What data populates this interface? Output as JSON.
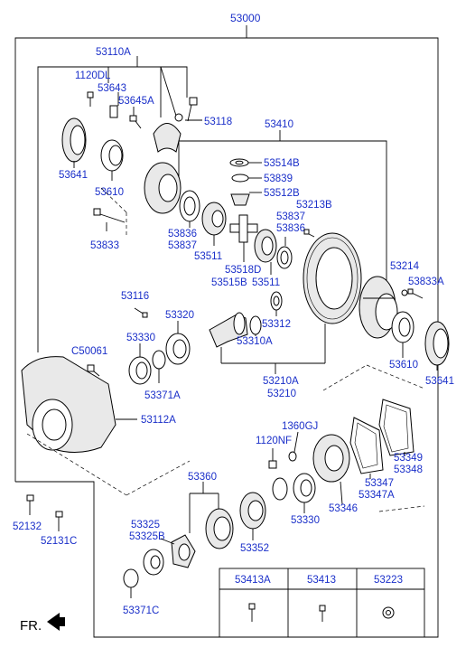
{
  "assembly_label": "53000",
  "labels": {
    "l53110A": "53110A",
    "l1120DL": "1120DL",
    "l53643": "53643",
    "l53645A": "53645A",
    "l53118": "53118",
    "l53410": "53410",
    "l53641_left": "53641",
    "l53610_left": "53610",
    "l53514B": "53514B",
    "l53839": "53839",
    "l53512B": "53512B",
    "l53213B": "53213B",
    "l53837a": "53837",
    "l53836a": "53836",
    "l53833": "53833",
    "l53836b": "53836",
    "l53837b": "53837",
    "l53511a": "53511",
    "l53518D": "53518D",
    "l53515B": "53515B",
    "l53511b": "53511",
    "l53214": "53214",
    "l53833A": "53833A",
    "l53116": "53116",
    "l53320": "53320",
    "l53312": "53312",
    "l53330a": "53330",
    "l53310A": "53310A",
    "lC50061": "C50061",
    "l53371A": "53371A",
    "l53610_right": "53610",
    "l53641_right": "53641",
    "l53210A": "53210A",
    "l53210": "53210",
    "l53112A": "53112A",
    "l1360GJ": "1360GJ",
    "l1120NF": "1120NF",
    "l53349": "53349",
    "l53348": "53348",
    "l53347": "53347",
    "l53347A": "53347A",
    "l53360": "53360",
    "l53330b": "53330",
    "l53346": "53346",
    "l52132": "52132",
    "l52131C": "52131C",
    "l53325": "53325",
    "l53325B": "53325B",
    "l53352": "53352",
    "l53371C": "53371C"
  },
  "table": {
    "headers": [
      "53413A",
      "53413",
      "53223"
    ]
  },
  "direction_label": "FR."
}
